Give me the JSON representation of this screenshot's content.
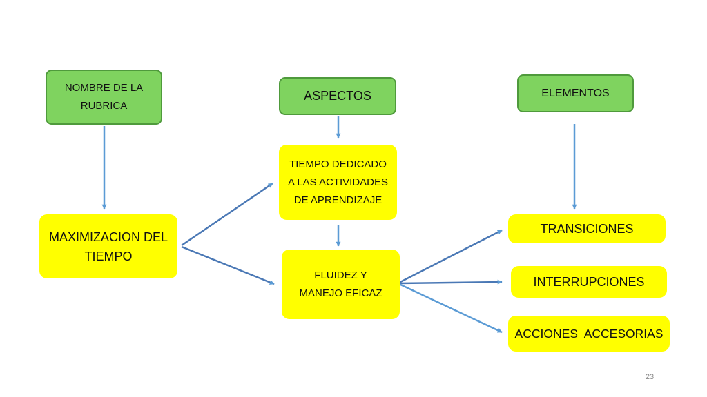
{
  "nodes": {
    "nombre": "NOMBRE DE LA RUBRICA",
    "aspectos": "ASPECTOS",
    "elementos": "ELEMENTOS",
    "maximizacion": "MAXIMIZACION DEL TIEMPO",
    "tiempo": "TIEMPO DEDICADO A LAS ACTIVIDADES DE APRENDIZAJE",
    "fluidez": "FLUIDEZ Y MANEJO EFICAZ",
    "transiciones": "TRANSICIONES",
    "interrupciones": "INTERRUPCIONES",
    "acciones": "ACCIONES  ACCESORIAS"
  },
  "page_number": "23",
  "colors": {
    "header_fill": "#7fd35f",
    "header_border": "#4f9a3c",
    "content_fill": "#ffff00",
    "arrow": "#5b9bd5"
  }
}
